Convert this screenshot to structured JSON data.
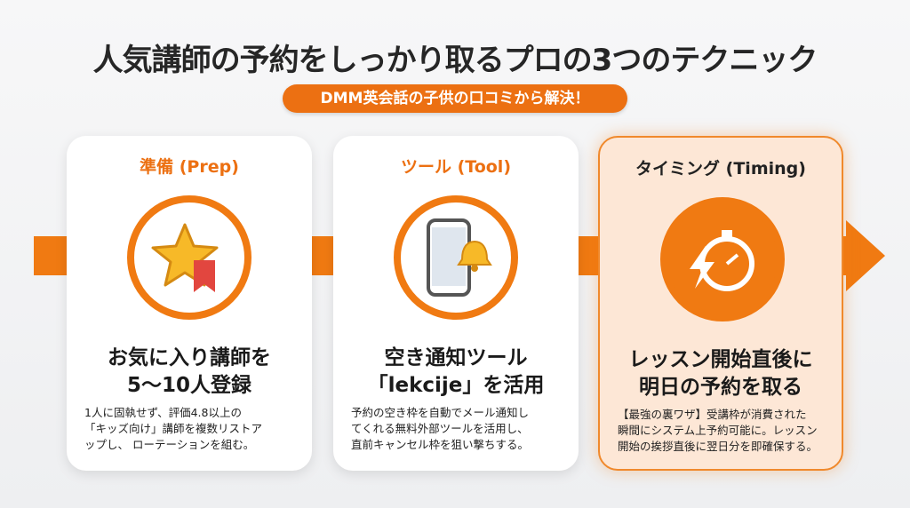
{
  "title": "人気講師の予約をしっかり取るプロの3つのテクニック",
  "subtitle": "DMM英会話の子供の口コミから解決！",
  "cards": [
    {
      "heading": "準備 (Prep)",
      "icon": "star-bookmark-icon",
      "main": [
        "お気に入り講師を",
        "5〜10人登録"
      ],
      "desc": [
        "1人に固執せず、評価4.8以上の",
        "「キッズ向け」講師を複数リストア",
        "ップし、 ローテーションを組む。"
      ]
    },
    {
      "heading": "ツール (Tool)",
      "icon": "phone-bell-icon",
      "main": [
        "空き通知ツール",
        "「lekcije」を活用"
      ],
      "desc": [
        "予約の空き枠を自動でメール通知し",
        "てくれる無料外部ツールを活用し、",
        "直前キャンセル枠を狙い撃ちする。"
      ]
    },
    {
      "heading": "タイミング (Timing)",
      "icon": "stopwatch-lightning-icon",
      "main": [
        "レッスン開始直後に",
        "明日の予約を取る"
      ],
      "desc": [
        "【最強の裏ワザ】受講枠が消費された",
        "瞬間にシステム上予約可能に。レッスン",
        "開始の挨拶直後に翌日分を即確保する。"
      ]
    }
  ],
  "colors": {
    "accent": "#f07a12",
    "highlight_bg": "#fde7d6"
  }
}
